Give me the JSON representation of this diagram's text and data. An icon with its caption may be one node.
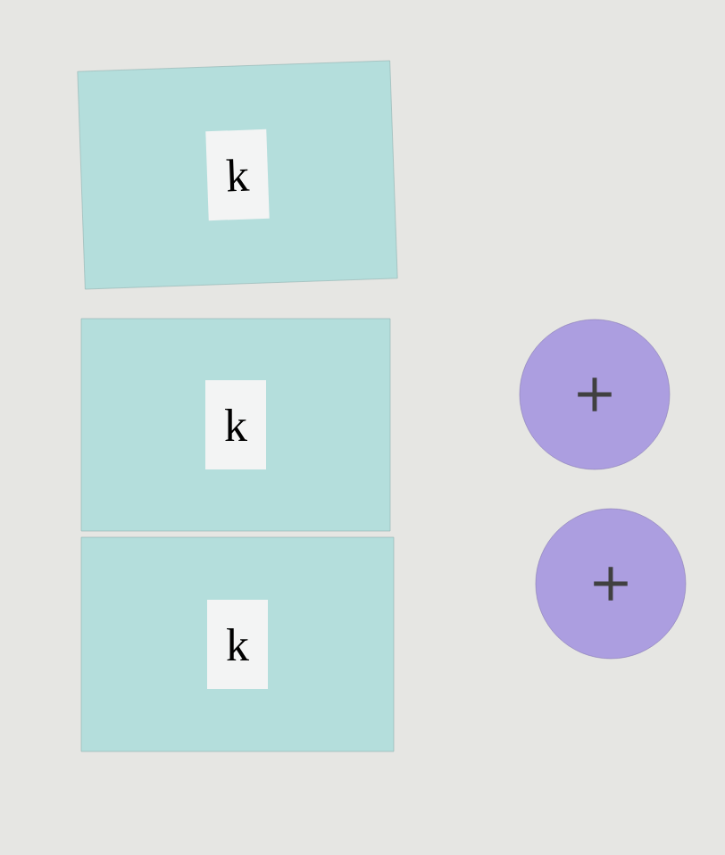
{
  "diagram": {
    "nodes": [
      {
        "text": [
          "k"
        ]
      },
      {
        "text": [
          "k"
        ]
      },
      {
        "text": [
          "k"
        ]
      },
      {
        "text": [
          "+"
        ]
      },
      {
        "text": [
          "+"
        ]
      }
    ]
  }
}
